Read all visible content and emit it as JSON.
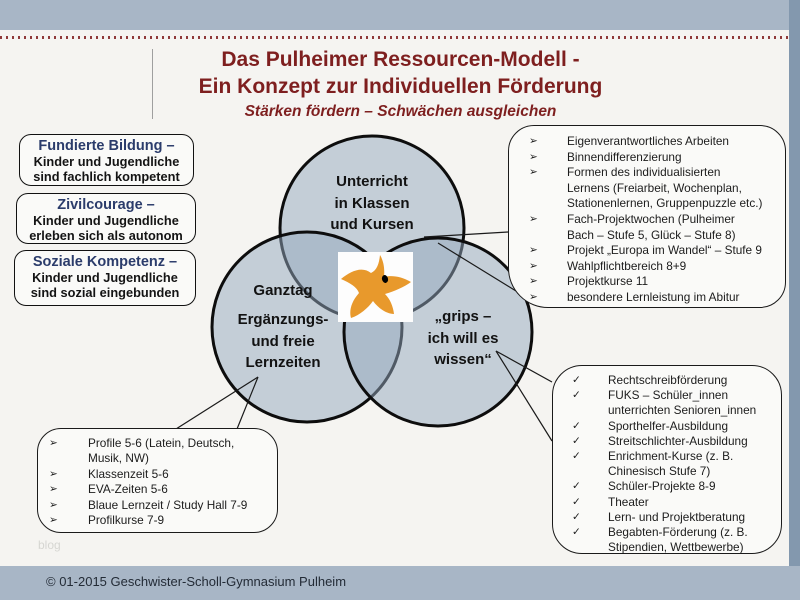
{
  "colors": {
    "bg": "#f5f4f1",
    "bar": "#a8b6c6",
    "strip": "#8398ae",
    "dotted": "#8f3a3a",
    "title-red": "#7e1f1f",
    "navy": "#2b3c6b",
    "circle-fill": "#94a8be",
    "box-bg": "#fafaf8",
    "star-orange": "#e8992c",
    "footer-text": "#232b36",
    "watermark": "#d6d6d2"
  },
  "title": {
    "heading": "Das Pulheimer Ressourcen-Modell -\nEin Konzept zur Individuellen Förderung",
    "subtitle": "Stärken fördern – Schwächen ausgleichen"
  },
  "left_boxes": [
    {
      "heading": "Fundierte Bildung –",
      "body": "Kinder und Jugendliche\nsind fachlich kompetent"
    },
    {
      "heading": "Zivilcourage –",
      "body": "Kinder und Jugendliche\nerleben sich als autonom"
    },
    {
      "heading": "Soziale Kompetenz –",
      "body": "Kinder und Jugendliche\nsind sozial eingebunden"
    }
  ],
  "venn": {
    "top_circle": "Unterricht\nin Klassen\nund Kursen",
    "left_circle_title": "Ganztag",
    "left_circle": "Ergänzungs-\nund freie\nLernzeiten",
    "right_circle": "„grips –\nich will es\nwissen“",
    "logo": "star-logo"
  },
  "unterricht_list": {
    "marker": "➢",
    "items": [
      "Eigenverantwortliches Arbeiten",
      "Binnendifferenzierung",
      "Formen des individualisierten\nLernens (Freiarbeit, Wochenplan,\nStationenlernen, Gruppenpuzzle etc.)",
      "Fach-Projektwochen (Pulheimer\nBach – Stufe 5, Glück – Stufe 8)",
      "Projekt „Europa im Wandel“ – Stufe 9",
      "Wahlpflichtbereich 8+9",
      "Projektkurse 11",
      "besondere Lernleistung im Abitur"
    ]
  },
  "ganztag_list": {
    "marker": "➢",
    "items": [
      "Profile 5-6 (Latein, Deutsch,\nMusik, NW)",
      "Klassenzeit 5-6",
      "EVA-Zeiten 5-6",
      "Blaue Lernzeit / Study Hall 7-9",
      "Profilkurse 7-9"
    ]
  },
  "grips_list": {
    "marker": "✓",
    "items": [
      "Rechtschreibförderung",
      "FUKS – Schüler_innen\nunterrichten Senioren_innen",
      "Sporthelfer-Ausbildung",
      "Streitschlichter-Ausbildung",
      "Enrichment-Kurse (z. B.\nChinesisch Stufe 7)",
      "Schüler-Projekte 8-9",
      "Theater",
      "Lern- und Projektberatung",
      "Begabten-Förderung (z. B.\nStipendien, Wettbewerbe)"
    ]
  },
  "watermark": "blog",
  "footer": "© 01-2015 Geschwister-Scholl-Gymnasium Pulheim"
}
